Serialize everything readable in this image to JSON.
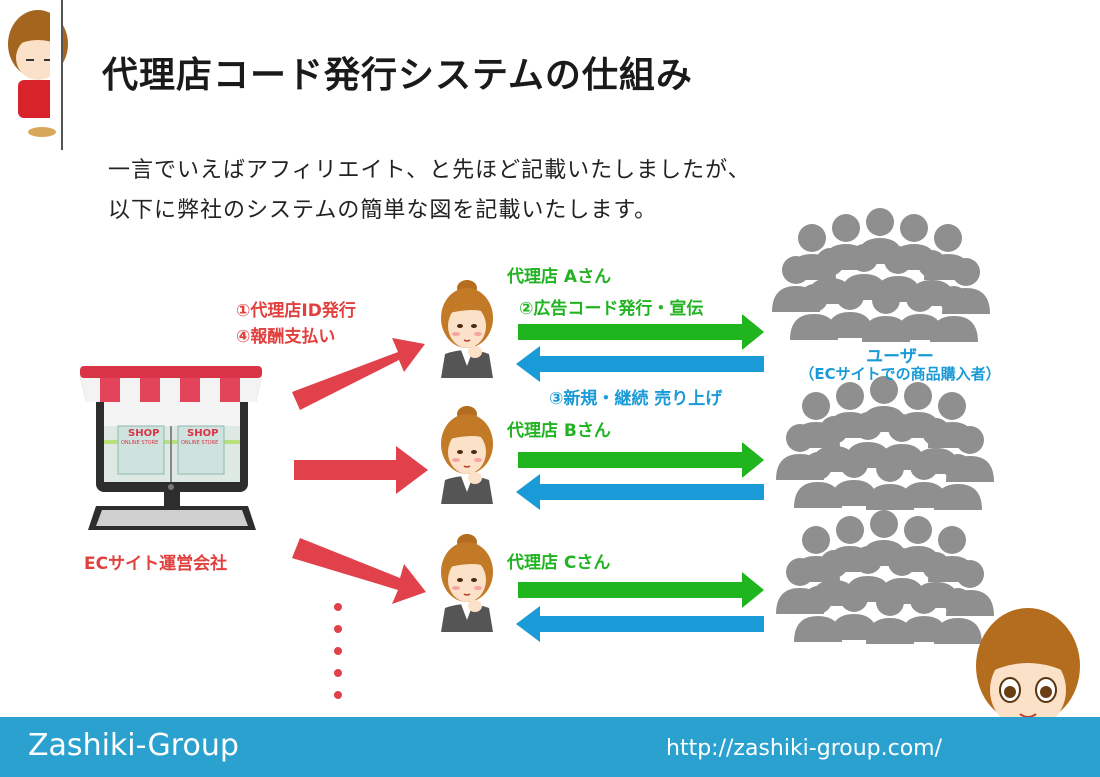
{
  "title": "代理店コード発行システムの仕組み",
  "intro": {
    "line1": "一言でいえばアフィリエイト、と先ほど記載いたしましたが、",
    "line2": "以下に弊社のシステムの簡単な図を記載いたします。"
  },
  "ec_site": {
    "label": "ECサイト運営会社",
    "shop_sign_main": "SHOP",
    "shop_sign_sub": "ONLINE STORE"
  },
  "operator_actions": {
    "issue": "①代理店ID発行",
    "pay": "④報酬支払い"
  },
  "agents": [
    {
      "name": "代理店 Aさん"
    },
    {
      "name": "代理店 Bさん"
    },
    {
      "name": "代理店 Cさん"
    }
  ],
  "agent_action": "②広告コード発行・宣伝",
  "user_action": "③新規・継続 売り上げ",
  "users": {
    "label": "ユーザー",
    "sublabel": "（ECサイトでの商品購入者）"
  },
  "footer": {
    "brand": "Zashiki-Group",
    "url": "http://zashiki-group.com/"
  },
  "colors": {
    "red_arrow": "#e0414a",
    "green_arrow": "#1fb51f",
    "blue_arrow": "#1a9ad6",
    "footer_bg": "#2ba1cf"
  }
}
